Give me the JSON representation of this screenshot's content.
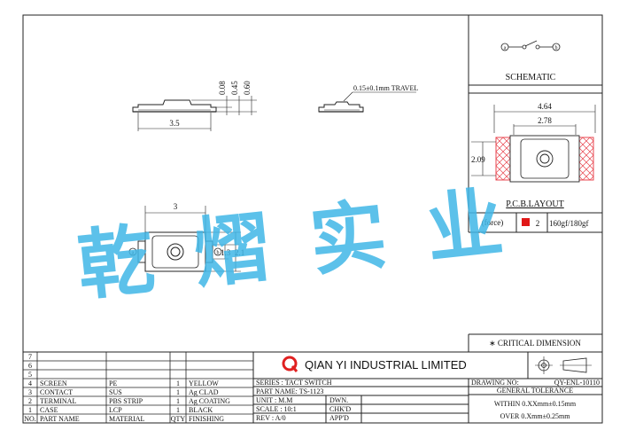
{
  "title_block": {
    "company": "QIAN YI INDUSTRIAL LIMITED",
    "series": "SERIES : TACT SWITCH",
    "part_name": "PART NAME: TS-1123",
    "unit": "UNIT : M.M",
    "dwn": "DWN.",
    "scale": "SCALE : 10:1",
    "chkd": "CHK'D",
    "rev": "REV : A/0",
    "appd": "APP'D",
    "drawing_no": "DRAWING NO:",
    "drawing_no_value": "QY-ENL-10110",
    "general_tolerance": "GENERAL TOLERANCE",
    "tol_within": "WITHIN 0.XXmm±0.15mm",
    "tol_over": "OVER 0.Xmm±0.25mm",
    "critical": "∗ CRITICAL DIMENSION"
  },
  "bom": {
    "rows": [
      {
        "no": "7",
        "part": "",
        "material": "",
        "qty": "",
        "finish": ""
      },
      {
        "no": "6",
        "part": "",
        "material": "",
        "qty": "",
        "finish": ""
      },
      {
        "no": "5",
        "part": "",
        "material": "",
        "qty": "",
        "finish": ""
      },
      {
        "no": "4",
        "part": "SCREEN",
        "material": "PE",
        "qty": "1",
        "finish": "YELLOW"
      },
      {
        "no": "3",
        "part": "CONTACT",
        "material": "SUS",
        "qty": "1",
        "finish": "Ag CLAD"
      },
      {
        "no": "2",
        "part": "TERMINAL",
        "material": "PBS STRIP",
        "qty": "1",
        "finish": "Ag COATING"
      },
      {
        "no": "1",
        "part": "CASE",
        "material": "LCP",
        "qty": "1",
        "finish": "BLACK"
      }
    ],
    "header": {
      "no": "NO.",
      "part": "PART NAME",
      "material": "MATERIAL",
      "qty": "QTY",
      "finish": "FINISHING"
    }
  },
  "dims": {
    "side_width": "3.5",
    "h1": "0.08",
    "h2": "0.45",
    "h3": "0.60",
    "travel": "0.15±0.1mm  TRAVEL",
    "top_width": "3",
    "top_h1": "1.3",
    "top_h2": "2.1",
    "pcb_outer": "4.64",
    "pcb_inner": "2.78",
    "pcb_height": "2.09"
  },
  "labels": {
    "schematic": "SCHEMATIC",
    "pcb_layout": "P.C.B.LAYOUT",
    "force": "(force)",
    "force_code": "2",
    "force_value": "160gf/180gf",
    "terminal_a": "a",
    "terminal_b": "b",
    "watermark": "乾 熠 实 业"
  },
  "colors": {
    "watermark": "#3fb6e6",
    "pad": "#e8454f",
    "logo": "#e02020",
    "force_box": "#e01818"
  }
}
